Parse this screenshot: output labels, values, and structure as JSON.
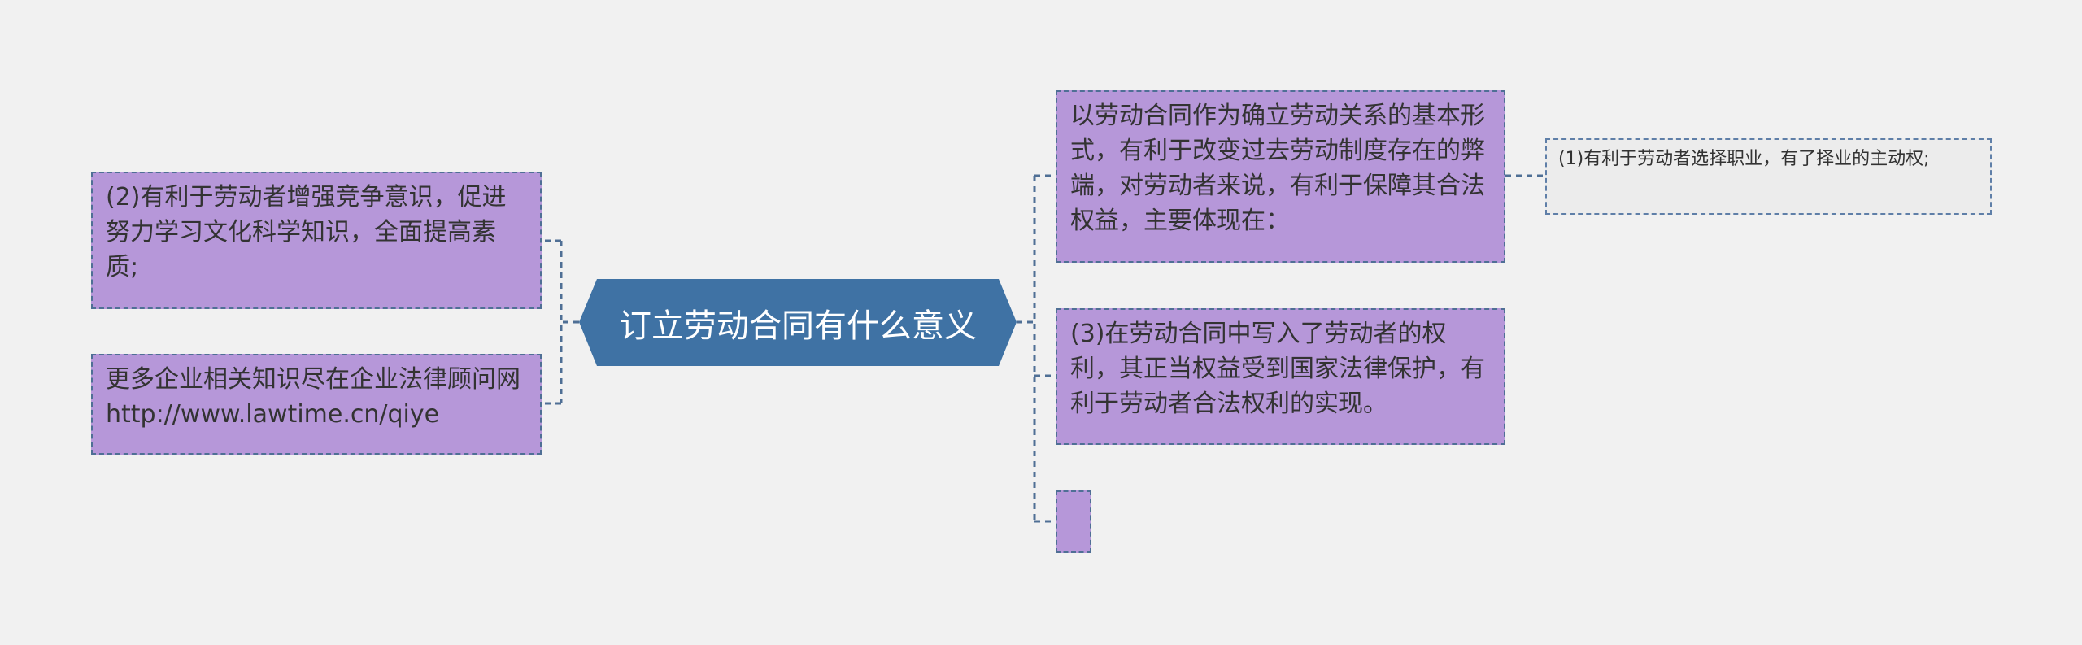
{
  "mindmap": {
    "central": "订立劳动合同有什么意义",
    "left": [
      "(2)有利于劳动者增强竞争意识，促进努力学习文化科学知识，全面提高素质;",
      " 更多企业相关知识尽在企业法律顾问网http://www.lawtime.cn/qiye"
    ],
    "right": [
      {
        "text": "以劳动合同作为确立劳动关系的基本形式，有利于改变过去劳动制度存在的弊端，对劳动者来说，有利于保障其合法权益，主要体现在：",
        "child": "(1)有利于劳动者选择职业，有了择业的主动权;"
      },
      {
        "text": "(3)在劳动合同中写入了劳动者的权利，其正当权益受到国家法律保护，有利于劳动者合法权利的实现。"
      },
      {
        "text": ""
      }
    ]
  },
  "colors": {
    "background": "#f1f1f1",
    "central_fill": "#3f72a4",
    "node_fill": "#b697d9",
    "leaf_fill": "#ececec",
    "connector": "#4f6f95"
  }
}
